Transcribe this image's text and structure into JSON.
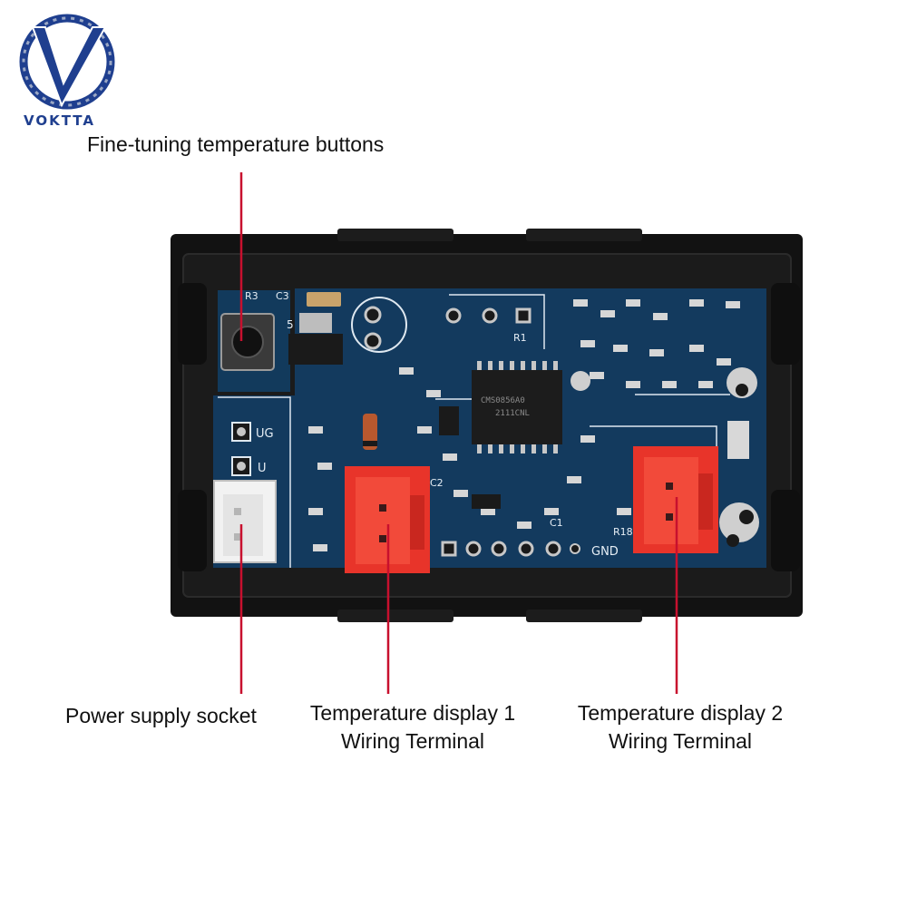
{
  "brand": {
    "name": "VOKTTA",
    "accent": "#1f3f8f"
  },
  "callouts": {
    "buttons": "Fine-tuning temperature buttons",
    "power": "Power supply socket",
    "display1_line1": "Temperature display 1",
    "display1_line2": "Wiring Terminal",
    "display2_line1": "Temperature display 2",
    "display2_line2": "Wiring Terminal"
  },
  "board": {
    "chip_text_1": "CMS0856A0",
    "chip_text_2": "2111CNL",
    "pad_labels": [
      "UG",
      "U",
      "GND",
      "R3",
      "C3",
      "5",
      "R1",
      "C2",
      "R18",
      "C1"
    ],
    "colors": {
      "pcb": "#133a5e",
      "case": "#121212",
      "connector": "#e8342a",
      "leader": "#c8102e"
    }
  }
}
